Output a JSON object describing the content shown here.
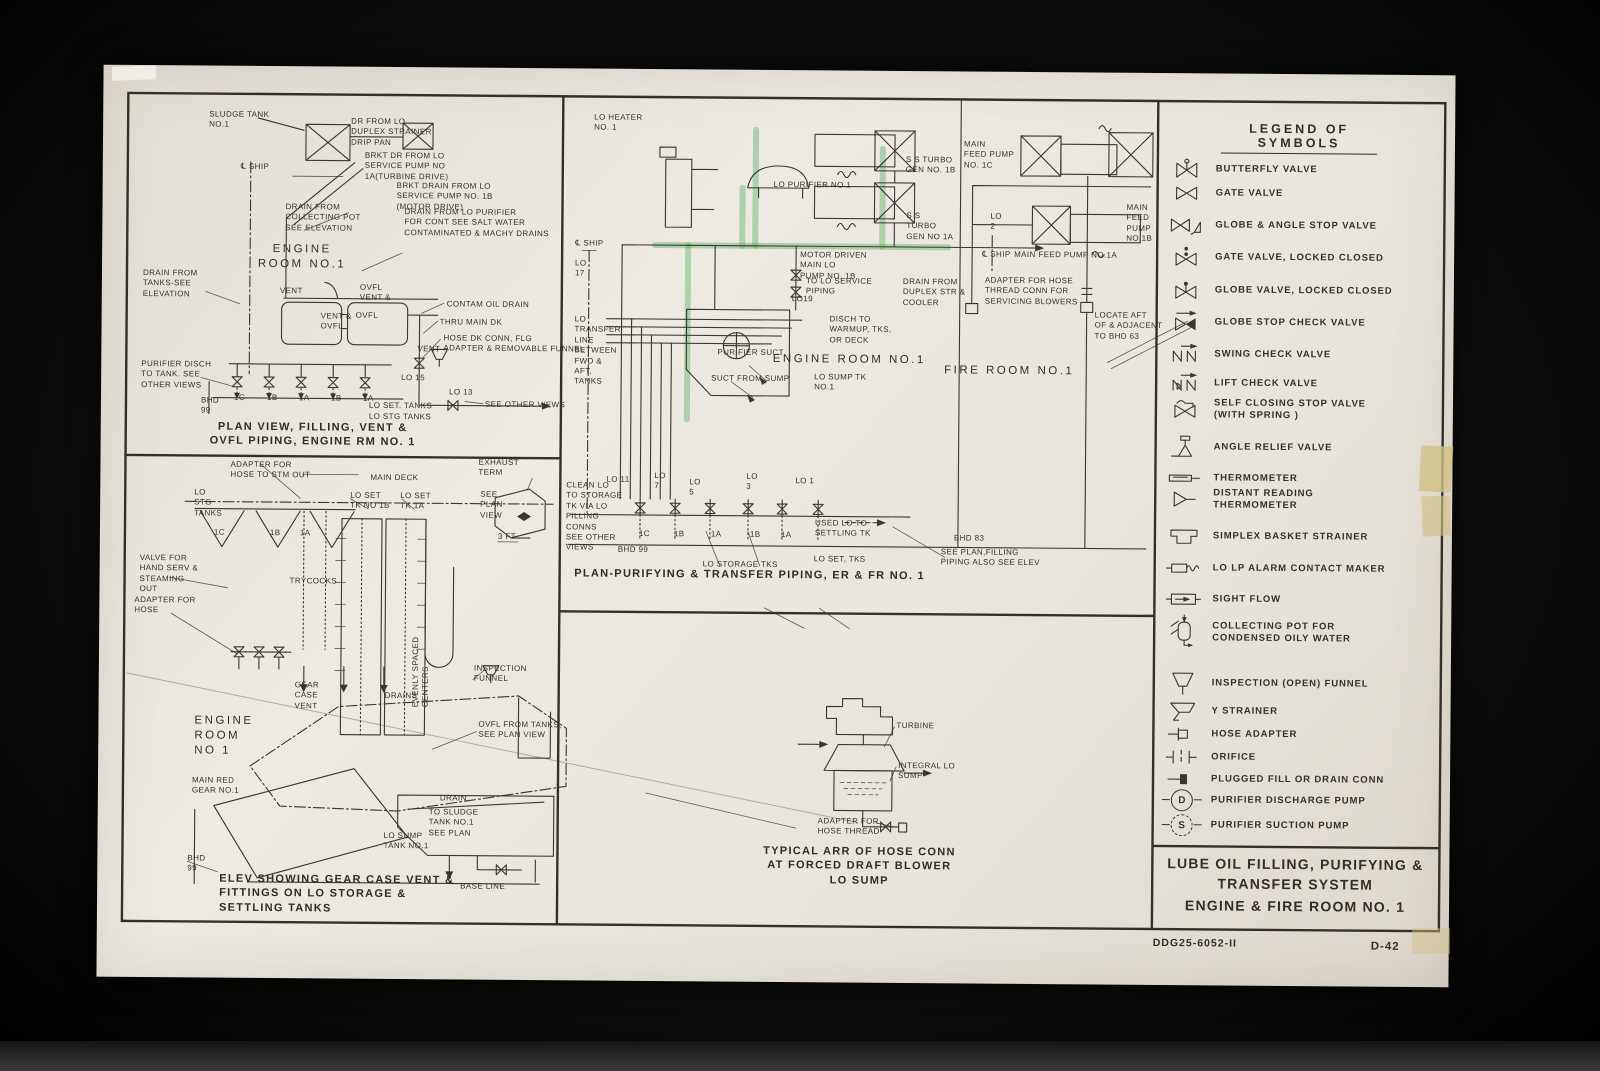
{
  "footer": {
    "sheet_number": "DDG25-6052-II",
    "page_number": "D-42"
  },
  "title_block": {
    "line1": "LUBE OIL FILLING, PURIFYING &",
    "line2": "TRANSFER SYSTEM",
    "line3": "ENGINE & FIRE ROOM NO. 1"
  },
  "legend": {
    "title": "LEGEND OF SYMBOLS",
    "items": [
      {
        "icon": "butterfly-valve",
        "label": "BUTTERFLY VALVE"
      },
      {
        "icon": "gate-valve",
        "label": "GATE VALVE"
      },
      {
        "icon": "globe-angle-stop-valve",
        "label": "GLOBE & ANGLE STOP VALVE"
      },
      {
        "icon": "gate-valve-locked",
        "label": "GATE VALVE, LOCKED CLOSED"
      },
      {
        "icon": "globe-valve-locked",
        "label": "GLOBE VALVE, LOCKED CLOSED"
      },
      {
        "icon": "globe-stop-check-valve",
        "label": "GLOBE STOP CHECK VALVE"
      },
      {
        "icon": "swing-check-valve",
        "label": "SWING CHECK VALVE"
      },
      {
        "icon": "lift-check-valve",
        "label": "LIFT CHECK VALVE"
      },
      {
        "icon": "self-closing-stop-valve",
        "label": "SELF CLOSING STOP VALVE\n(WITH SPRING )"
      },
      {
        "icon": "angle-relief-valve",
        "label": "ANGLE RELIEF VALVE"
      },
      {
        "icon": "thermometer",
        "label": "THERMOMETER"
      },
      {
        "icon": "distant-reading-thermometer",
        "label": "DISTANT READING\nTHERMOMETER"
      },
      {
        "icon": "simplex-basket-strainer",
        "label": "SIMPLEX BASKET STRAINER"
      },
      {
        "icon": "alarm-contact-maker",
        "label": "LO LP ALARM CONTACT MAKER"
      },
      {
        "icon": "sight-flow",
        "label": "SIGHT FLOW"
      },
      {
        "icon": "collecting-pot",
        "label": "COLLECTING POT FOR\nCONDENSED OILY WATER"
      },
      {
        "icon": "inspection-funnel",
        "label": "INSPECTION (OPEN) FUNNEL"
      },
      {
        "icon": "y-strainer",
        "label": "Y STRAINER"
      },
      {
        "icon": "hose-adapter",
        "label": "HOSE ADAPTER"
      },
      {
        "icon": "orifice",
        "label": "ORIFICE"
      },
      {
        "icon": "plugged-fill-drain",
        "label": "PLUGGED FILL OR DRAIN CONN"
      },
      {
        "icon": "purifier-discharge-pump",
        "label": "PURIFIER DISCHARGE PUMP",
        "letter": "D"
      },
      {
        "icon": "purifier-suction-pump",
        "label": "PURIFIER SUCTION PUMP",
        "letter": "S"
      }
    ]
  },
  "panels": {
    "plan_filling": {
      "caption": "PLAN VIEW, FILLING, VENT &\nOVFL PIPING, ENGINE RM NO. 1",
      "labels": [
        "SLUDGE TANK\nNO.1",
        "DR FROM LO\nDUPLEX STRAINER\nDRIP PAN",
        "BRKT DR FROM LO\nSERVICE PUMP NO\n1A(TURBINE DRIVE)",
        "℄ SHIP",
        "BRKT DRAIN FROM LO\nSERVICE PUMP NO. 1B\n(MOTOR DRIVE)",
        "DRAIN FROM\nCOLLECTING POT\nSEE ELEVATION",
        "DRAIN FROM LO PURIFIER\nFOR CONT SEE SALT WATER\nCONTAMINATED & MACHY DRAINS",
        "ENGINE\nROOM NO.1",
        "DRAIN FROM\nTANKS-SEE\nELEVATION",
        "VENT",
        "OVFL\nVENT &",
        "VENT &\nOVFL",
        "OVFL",
        "CONTAM OIL DRAIN",
        "THRU MAIN DK",
        "HOSE DK CONN, FLG\nADAPTER & REMOVABLE FUNNEL",
        "PURIFIER DISCH\nTO TANK. SEE\nOTHER VIEWS",
        "VENT",
        "LO 15",
        "LO 13",
        "BHD\n99",
        "1C",
        "1B",
        "1A",
        "1B",
        "1A",
        "LO SET. TANKS",
        "LO STG TANKS",
        "SEE OTHER VIEWS"
      ]
    },
    "elev": {
      "caption": "ELEV SHOWING GEAR CASE VENT &\nFITTINGS ON LO STORAGE &\nSETTLING TANKS",
      "labels": [
        "ADAPTER FOR\nHOSE TO STM OUT",
        "EXHAUST\nTERM",
        "MAIN DECK",
        "LO SET\nTK NO 1B",
        "LO SET\nTK 1A",
        "SEE\nPLAN\nVIEW",
        "LO\nSTG\nTANKS",
        "1C",
        "1B",
        "1A",
        "3 FT",
        "VALVE FOR\nHAND SERV &\nSTEAMING\nOUT",
        "TRYCOCKS",
        "ADAPTER FOR\nHOSE",
        "EVENLY SPACED\nCENTERS",
        "GEAR\nCASE\nVENT",
        "DRAINS",
        "ENGINE\nROOM\nNO 1",
        "MAIN RED\nGEAR NO.1",
        "INSPECTION\nFUNNEL",
        "OVFL FROM TANKS,\nSEE PLAN VIEW",
        "DRAIN",
        "TO SLUDGE\nTANK NO.1\nSEE PLAN",
        "LO SUMP\nTANK NO.1",
        "BHD\n99",
        "BASE LINE"
      ]
    },
    "plan_transfer": {
      "caption": "PLAN-PURIFYING & TRANSFER PIPING, ER & FR NO. 1",
      "labels": [
        "LO HEATER\nNO. 1",
        "S S TURBO\nGEN NO. 1B",
        "LO PURIFIER NO.1",
        "MAIN\nFEED PUMP\nNO. 1C",
        "MAIN\nFEED\nPUMP\nNO.1B",
        "S S\nTURBO\nGEN NO 1A",
        "LO\n2",
        "℄ SHIP",
        "MAIN FEED PUMP NO.1A",
        "MOTOR DRIVEN\nMAIN LO\nPUMP NO. 1B",
        "TO LO SERVICE\nPIPING",
        "DRAIN FROM\nDUPLEX STR &\nCOOLER",
        "ADAPTER FOR HOSE\nTHREAD CONN FOR\nSERVICING BLOWERS",
        "LOCATE AFT\nOF & ADJACENT\nTO BHD 63",
        "℄ SHIP",
        "LO\n17",
        "LO19",
        "DISCH TO\nWARMUP, TKS,\nOR DECK",
        "LO\nTRANSFER\nLINE\nBETWEEN\nFWD &\nAFT,\nTANKS",
        "ENGINE ROOM NO.1",
        "FIRE ROOM NO.1",
        "PURIFIER SUCT",
        "SUCT FROM SUMP",
        "LO SUMP TK\nNO.1",
        "LO 11",
        "LO\n7",
        "LO\n5",
        "LO\n3",
        "LO 1",
        "CLEAN LO\nTO STORAGE\nTK VIA LO\nFILLING\nCONNS\nSEE OTHER\nVIEWS",
        "1C",
        "1B",
        "1A",
        "1B",
        "1A",
        "USED LO TO\nSETTLING TK",
        "BHD 99",
        "BHD 83",
        "SEE PLAN,FILLING\nPIPING ALSO SEE ELEV",
        "LO STORAGE TKS",
        "LO SET, TKS"
      ]
    },
    "hose_conn": {
      "caption": "TYPICAL ARR OF HOSE CONN\nAT FORCED DRAFT BLOWER\nLO SUMP",
      "labels": [
        "TURBINE",
        "INTEGRAL LO\nSUMP",
        "ADAPTER FOR\nHOSE THREAD"
      ]
    }
  },
  "colors": {
    "board": "#e8e4dc",
    "ink": "#3a352e",
    "highlighter": "#55ae58",
    "background": "#000000"
  }
}
